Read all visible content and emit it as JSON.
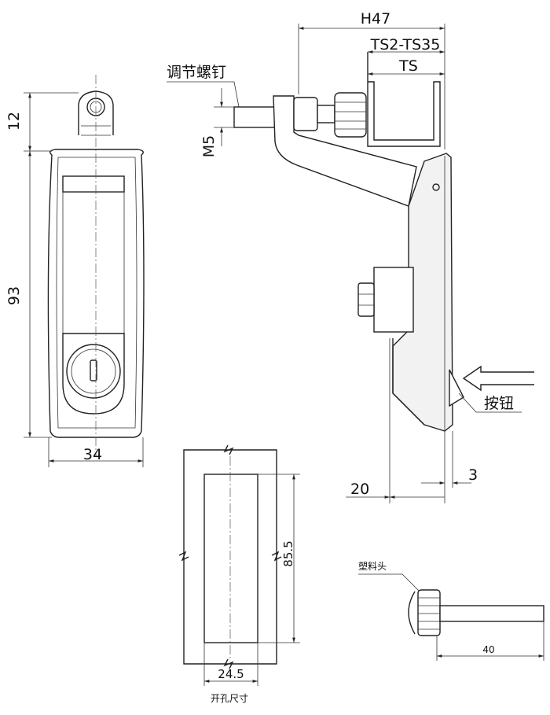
{
  "front_view": {
    "dim_top_height": "12",
    "dim_body_height": "93",
    "dim_width": "34"
  },
  "side_view": {
    "dim_total_depth": "H47",
    "dim_panel_range": "TS2-TS35",
    "dim_panel": "TS",
    "label_adjust_screw": "调节螺钉",
    "dim_thread": "M5",
    "label_button": "按钮",
    "dim_base": "20",
    "dim_flange": "3"
  },
  "cutout": {
    "dim_height": "85.5",
    "dim_width": "24.5",
    "caption": "开孔尺寸"
  },
  "detail": {
    "label_plastic_head": "塑料头",
    "dim_length": "40"
  }
}
